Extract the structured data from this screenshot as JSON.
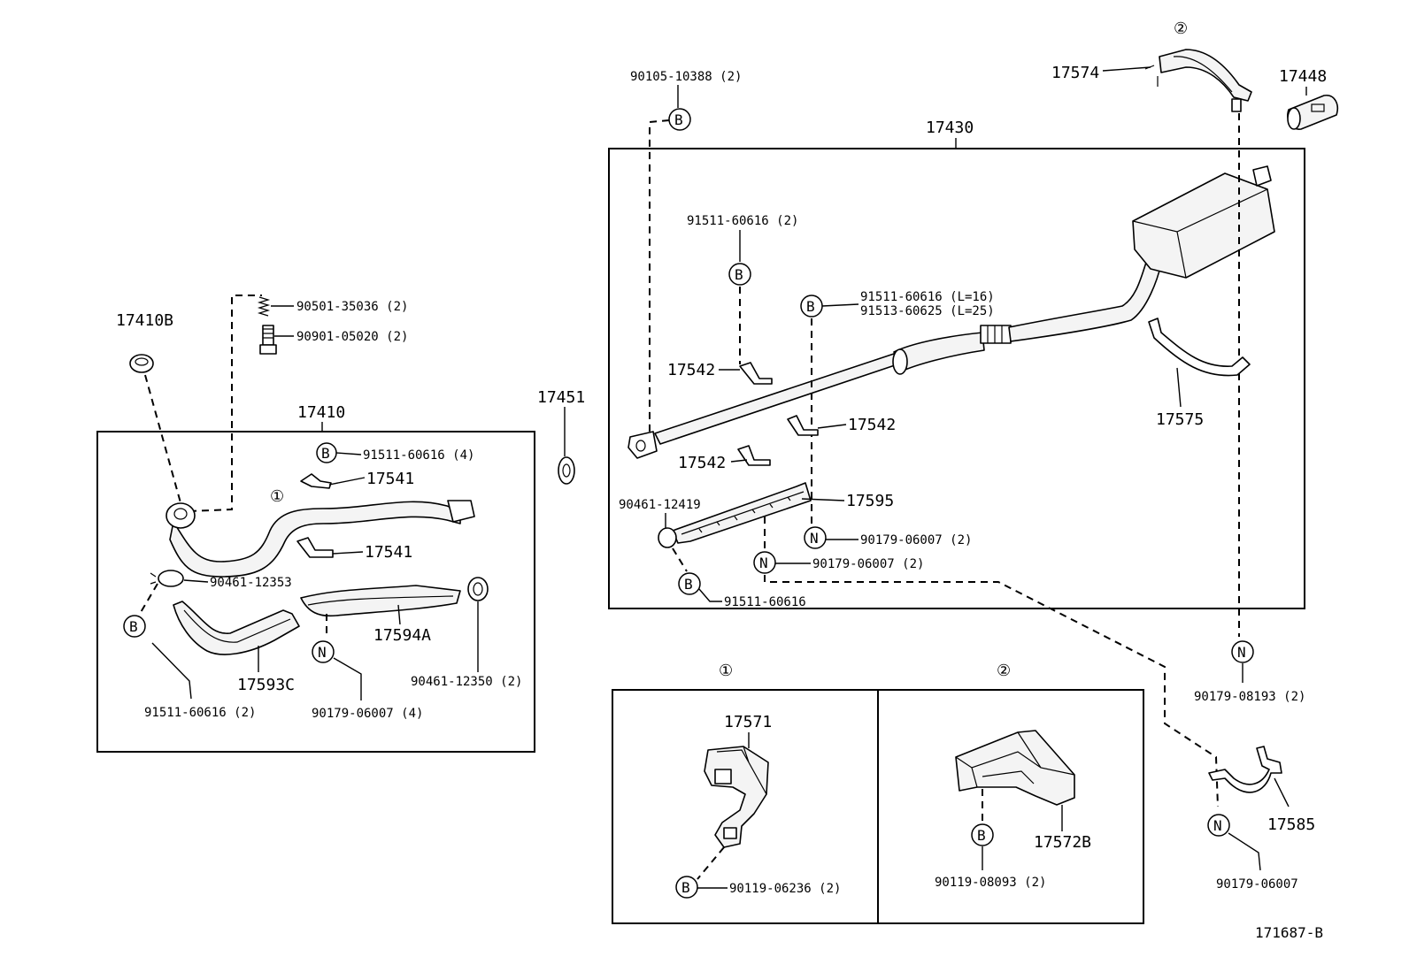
{
  "diagram_id": "171687-B",
  "markers": {
    "bolt": "B",
    "nut": "N",
    "detail_1": "①",
    "detail_2": "②"
  },
  "labels": {
    "p17410B": "17410B",
    "p90501": "90501-35036 (2)",
    "p90901": "90901-05020 (2)",
    "p17410": "17410",
    "p91511_4": "91511-60616 (4)",
    "p17541_a": "17541",
    "p17541_b": "17541",
    "p90461_12353": "90461-12353",
    "p91511_2": "91511-60616 (2)",
    "p17593C": "17593C",
    "p17594A": "17594A",
    "p90179_06007_4": "90179-06007 (4)",
    "p90461_12350": "90461-12350 (2)",
    "p17451": "17451",
    "p90105": "90105-10388 (2)",
    "p17430": "17430",
    "p91511_2b": "91511-60616 (2)",
    "p91511_l16": "91511-60616 (L=16)",
    "p91513_l25": "91513-60625 (L=25)",
    "p17542_a": "17542",
    "p17542_b": "17542",
    "p17542_c": "17542",
    "p90461_12419": "90461-12419",
    "p17595": "17595",
    "p90179_06007_2a": "90179-06007 (2)",
    "p90179_06007_2b": "90179-06007 (2)",
    "p91511_single": "91511-60616",
    "p17574": "17574",
    "p17448": "17448",
    "p17575": "17575",
    "p90179_08193": "90179-08193 (2)",
    "p17585": "17585",
    "p90179_06007": "90179-06007",
    "p17571": "17571",
    "p90119_06236": "90119-06236 (2)",
    "p17572B": "17572B",
    "p90119_08093": "90119-08093 (2)"
  },
  "icons": [
    "bolt-marker",
    "nut-marker",
    "detail-marker",
    "exhaust-pipe",
    "muffler",
    "gasket",
    "bracket",
    "hanger",
    "heat-insulator",
    "tail-pipe-tip"
  ]
}
